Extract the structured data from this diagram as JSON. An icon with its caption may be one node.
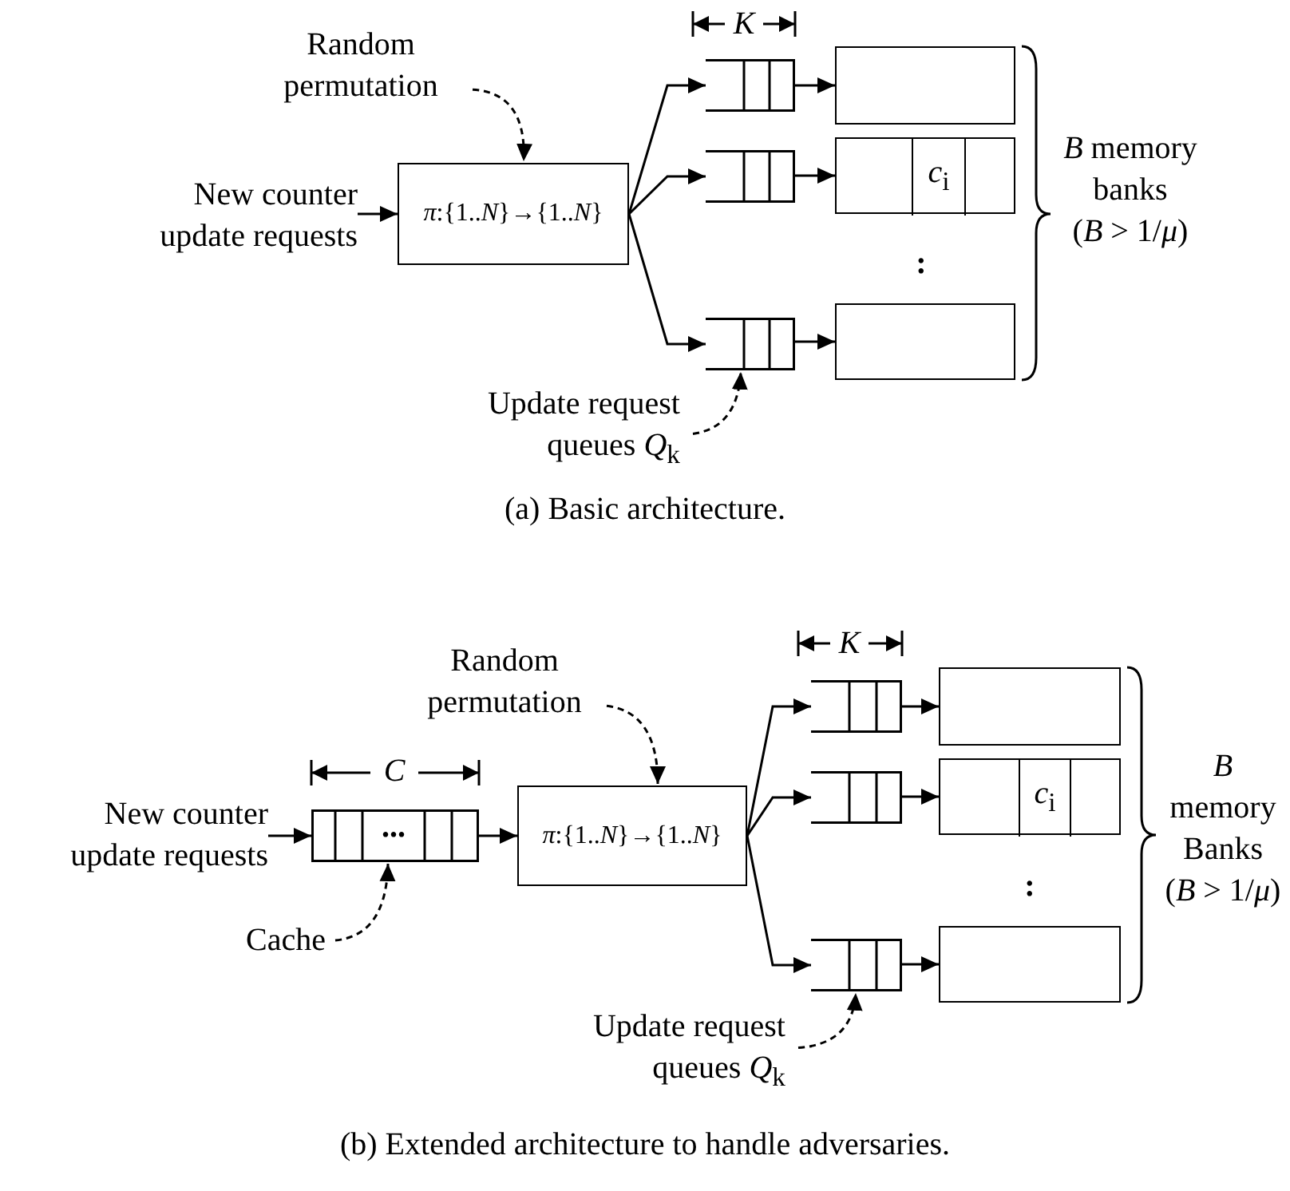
{
  "diagram": {
    "nodes": [
      {
        "text": [
          "New counter update requests"
        ]
      },
      {
        "text": [
          "*π*:{1..*N*}→{1..*N*}"
        ]
      },
      {
        "text": [
          "Random permutation"
        ]
      },
      {
        "text": [],
        "shape": "queue"
      },
      {
        "text": [],
        "shape": "queue"
      },
      {
        "text": [],
        "shape": "queue"
      },
      {
        "text": [],
        "shape": "box"
      },
      {
        "text": [],
        "shape": "box"
      },
      {
        "text": [
          "*c*$_{i}$"
        ],
        "in": 7
      },
      {
        "text": [],
        "shape": "box"
      },
      {
        "text": [
          "Update request queues *Q*$_{k}$"
        ]
      },
      {
        "text": [
          "New counter update requests"
        ]
      },
      {
        "text": [
          "..."
        ]
      },
      {
        "text": [
          "Cache"
        ]
      },
      {
        "text": [
          "*π*:{1..*N*}→{1..*N*}"
        ]
      },
      {
        "text": [
          "Random permutation"
        ]
      },
      {
        "text": [],
        "shape": "queue"
      },
      {
        "text": [],
        "shape": "queue"
      },
      {
        "text": [],
        "shape": "queue"
      },
      {
        "text": [],
        "shape": "box"
      },
      {
        "text": [],
        "shape": "box"
      },
      {
        "text": [
          "*c*$_{i}$"
        ],
        "in": 20
      },
      {
        "text": [],
        "shape": "box"
      },
      {
        "text": [
          "Update request queues *Q*$_{k}$"
        ]
      }
    ],
    "edges": [
      {
        "from": 0,
        "to": 1,
        "arrow": "to"
      },
      {
        "from": 2,
        "to": 1,
        "arrow": "to",
        "style": "dashed"
      },
      {
        "from": 1,
        "to": 3,
        "arrow": "to"
      },
      {
        "from": 1,
        "to": 4,
        "arrow": "to"
      },
      {
        "from": 1,
        "to": 5,
        "arrow": "to"
      },
      {
        "from": 3,
        "to": 6,
        "arrow": "to"
      },
      {
        "from": 4,
        "to": 7,
        "arrow": "to"
      },
      {
        "from": 5,
        "to": 9,
        "arrow": "to"
      },
      {
        "from": 10,
        "to": 5,
        "arrow": "to",
        "style": "dashed"
      },
      {
        "from": 11,
        "to": 12,
        "arrow": "to"
      },
      {
        "from": 12,
        "to": 14,
        "arrow": "to"
      },
      {
        "from": 13,
        "to": 12,
        "arrow": "to",
        "style": "dashed"
      },
      {
        "from": 15,
        "to": 14,
        "arrow": "to",
        "style": "dashed"
      },
      {
        "from": 14,
        "to": 16,
        "arrow": "to"
      },
      {
        "from": 14,
        "to": 17,
        "arrow": "to"
      },
      {
        "from": 14,
        "to": 18,
        "arrow": "to"
      },
      {
        "from": 16,
        "to": 19,
        "arrow": "to"
      },
      {
        "from": 17,
        "to": 20,
        "arrow": "to"
      },
      {
        "from": 18,
        "to": 22,
        "arrow": "to"
      },
      {
        "from": 23,
        "to": 18,
        "arrow": "to",
        "style": "dashed"
      }
    ],
    "labels": [
      "*K*",
      ":",
      "*B* memory banks (*B* > 1/*μ*)",
      "(a) Basic architecture.",
      "*C*",
      "*K*",
      ":",
      "*B* memory Banks (*B* > 1/*μ*)",
      "(b) Extended architecture to handle adversaries."
    ]
  }
}
